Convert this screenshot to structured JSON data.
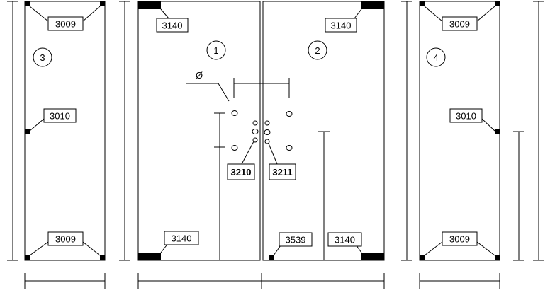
{
  "panels": [
    {
      "number": "3"
    },
    {
      "number": "1"
    },
    {
      "number": "2"
    },
    {
      "number": "4"
    }
  ],
  "callouts": {
    "p3_top": "3009",
    "p3_mid": "3010",
    "p3_bottom": "3009",
    "p1_top": "3140",
    "p1_bottom": "3140",
    "p2_top": "3140",
    "p2_bottom_left": "3539",
    "p2_bottom_right": "3140",
    "p4_top": "3009",
    "p4_mid": "3010",
    "p4_bottom": "3009",
    "handle_left": "3210",
    "handle_right": "3211"
  },
  "symbols": {
    "diameter": "Ø"
  }
}
